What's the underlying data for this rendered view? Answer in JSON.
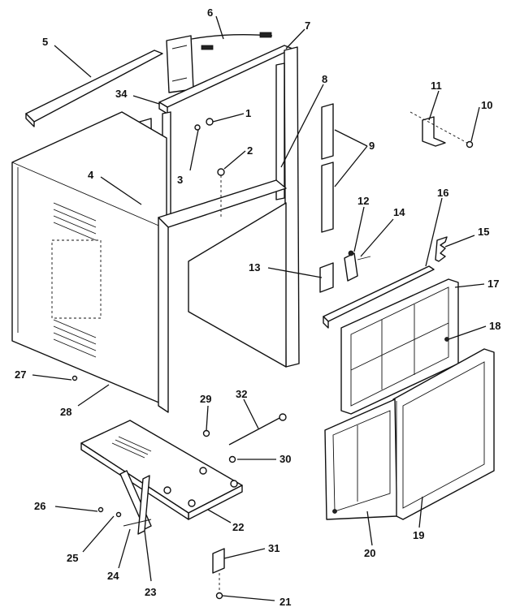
{
  "diagram": {
    "callouts": [
      {
        "id": "c1",
        "text": "1"
      },
      {
        "id": "c2",
        "text": "2"
      },
      {
        "id": "c3",
        "text": "3"
      },
      {
        "id": "c4",
        "text": "4"
      },
      {
        "id": "c5",
        "text": "5"
      },
      {
        "id": "c6",
        "text": "6"
      },
      {
        "id": "c7",
        "text": "7"
      },
      {
        "id": "c8",
        "text": "8"
      },
      {
        "id": "c9",
        "text": "9"
      },
      {
        "id": "c10",
        "text": "10"
      },
      {
        "id": "c11",
        "text": "11"
      },
      {
        "id": "c12",
        "text": "12"
      },
      {
        "id": "c13",
        "text": "13"
      },
      {
        "id": "c14",
        "text": "14"
      },
      {
        "id": "c15",
        "text": "15"
      },
      {
        "id": "c16",
        "text": "16"
      },
      {
        "id": "c17",
        "text": "17"
      },
      {
        "id": "c18",
        "text": "18"
      },
      {
        "id": "c19",
        "text": "19"
      },
      {
        "id": "c20",
        "text": "20"
      },
      {
        "id": "c21",
        "text": "21"
      },
      {
        "id": "c22",
        "text": "22"
      },
      {
        "id": "c23",
        "text": "23"
      },
      {
        "id": "c24",
        "text": "24"
      },
      {
        "id": "c25",
        "text": "25"
      },
      {
        "id": "c26",
        "text": "26"
      },
      {
        "id": "c27",
        "text": "27"
      },
      {
        "id": "c28",
        "text": "28"
      },
      {
        "id": "c29",
        "text": "29"
      },
      {
        "id": "c30",
        "text": "30"
      },
      {
        "id": "c31",
        "text": "31"
      },
      {
        "id": "c32",
        "text": "32"
      },
      {
        "id": "c34",
        "text": "34"
      }
    ]
  }
}
